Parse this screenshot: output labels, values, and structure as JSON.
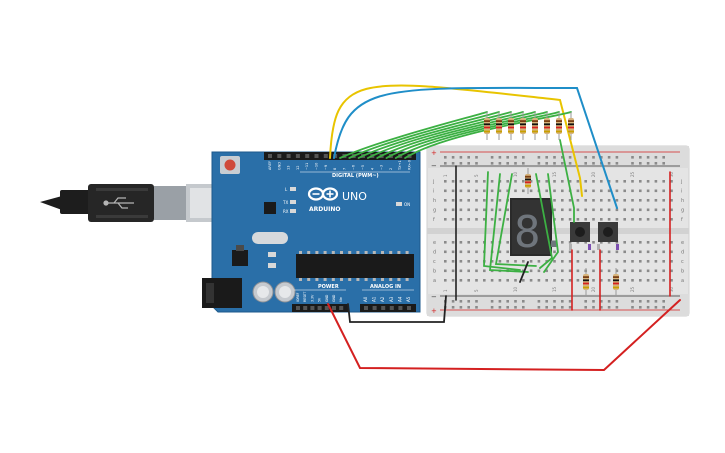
{
  "board": {
    "brand": "ARDUINO",
    "model": "UNO",
    "digital_label": "DIGITAL (PWM~)",
    "power_label": "POWER",
    "analog_label": "ANALOG IN",
    "on_label": "ON",
    "l_label": "L",
    "tx_label": "TX",
    "rx_label": "RX",
    "digital_pins": [
      "AREF",
      "GND",
      "13",
      "12",
      "~11",
      "~10",
      "~9",
      "8",
      "7",
      "~6",
      "~5",
      "4",
      "~3",
      "2",
      "TX→1",
      "RX←0"
    ],
    "power_pins": [
      "IOREF",
      "RESET",
      "3.3V",
      "5V",
      "GND",
      "GND",
      "Vin"
    ],
    "analog_pins": [
      "A0",
      "A1",
      "A2",
      "A3",
      "A4",
      "A5"
    ]
  },
  "breadboard": {
    "row_letters_top": [
      "j",
      "i",
      "h",
      "g",
      "f"
    ],
    "row_letters_bottom": [
      "e",
      "d",
      "c",
      "b",
      "a"
    ],
    "column_numbers": [
      "1",
      "5",
      "10",
      "15",
      "20",
      "25",
      "30"
    ],
    "rail_plus": "+",
    "rail_minus": "−"
  },
  "display": {
    "digit": "8.",
    "segment_color": "#6f757c"
  },
  "colors": {
    "arduino_blue": "#2a6fa8",
    "wire_yellow": "#e8c400",
    "wire_blue": "#1f8ec8",
    "wire_green": "#3cb043",
    "wire_red": "#d42020",
    "wire_black": "#222222"
  }
}
